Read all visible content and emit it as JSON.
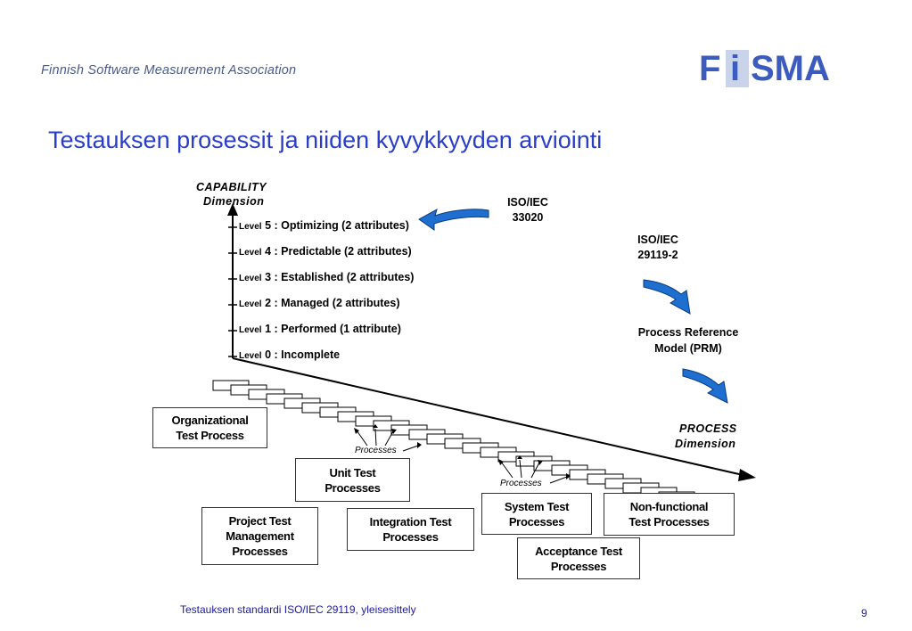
{
  "header": {
    "org_name": "Finnish Software Measurement Association",
    "logo_text_left": "F",
    "logo_text_i": "i",
    "logo_text_right": "SMA"
  },
  "slide": {
    "title": "Testauksen prosessit ja niiden kyvykkyyden arviointi"
  },
  "diagram": {
    "capability_axis": [
      "CAPABILITY",
      "Dimension"
    ],
    "process_axis": [
      "PROCESS",
      "Dimension"
    ],
    "levels": [
      {
        "prefix": "Level",
        "num": "5",
        "text": ": Optimizing  (2 attributes)"
      },
      {
        "prefix": "Level",
        "num": "4",
        "text": ": Predictable (2 attributes)"
      },
      {
        "prefix": "Level",
        "num": "3",
        "text": ": Established (2 attributes)"
      },
      {
        "prefix": "Level",
        "num": "2",
        "text": ": Managed    (2 attributes)"
      },
      {
        "prefix": "Level",
        "num": "1",
        "text": ": Performed  (1 attribute)"
      },
      {
        "prefix": "Level",
        "num": "0",
        "text": ": Incomplete"
      }
    ],
    "std_33020": [
      "ISO/IEC",
      "33020"
    ],
    "std_29119": [
      "ISO/IEC",
      "29119-2"
    ],
    "prm": [
      "Process Reference",
      "Model (PRM)"
    ],
    "processes_label_1": "Processes",
    "processes_label_2": "Processes",
    "boxes": {
      "organizational": [
        "Organizational",
        "Test Process"
      ],
      "unit": [
        "Unit Test",
        "Processes"
      ],
      "project": [
        "Project Test",
        "Management",
        "Processes"
      ],
      "integration": [
        "Integration Test",
        "Processes"
      ],
      "system": [
        "System Test",
        "Processes"
      ],
      "nonfunctional": [
        "Non-functional",
        "Test Processes"
      ],
      "acceptance": [
        "Acceptance Test",
        "Processes"
      ]
    }
  },
  "footer": {
    "text": "Testauksen standardi ISO/IEC 29119, yleisesittely",
    "page": "9"
  },
  "colors": {
    "title": "#2a3ec8",
    "logo_blue": "#3b5bbf",
    "arrow_blue": "#1e6fd0"
  }
}
